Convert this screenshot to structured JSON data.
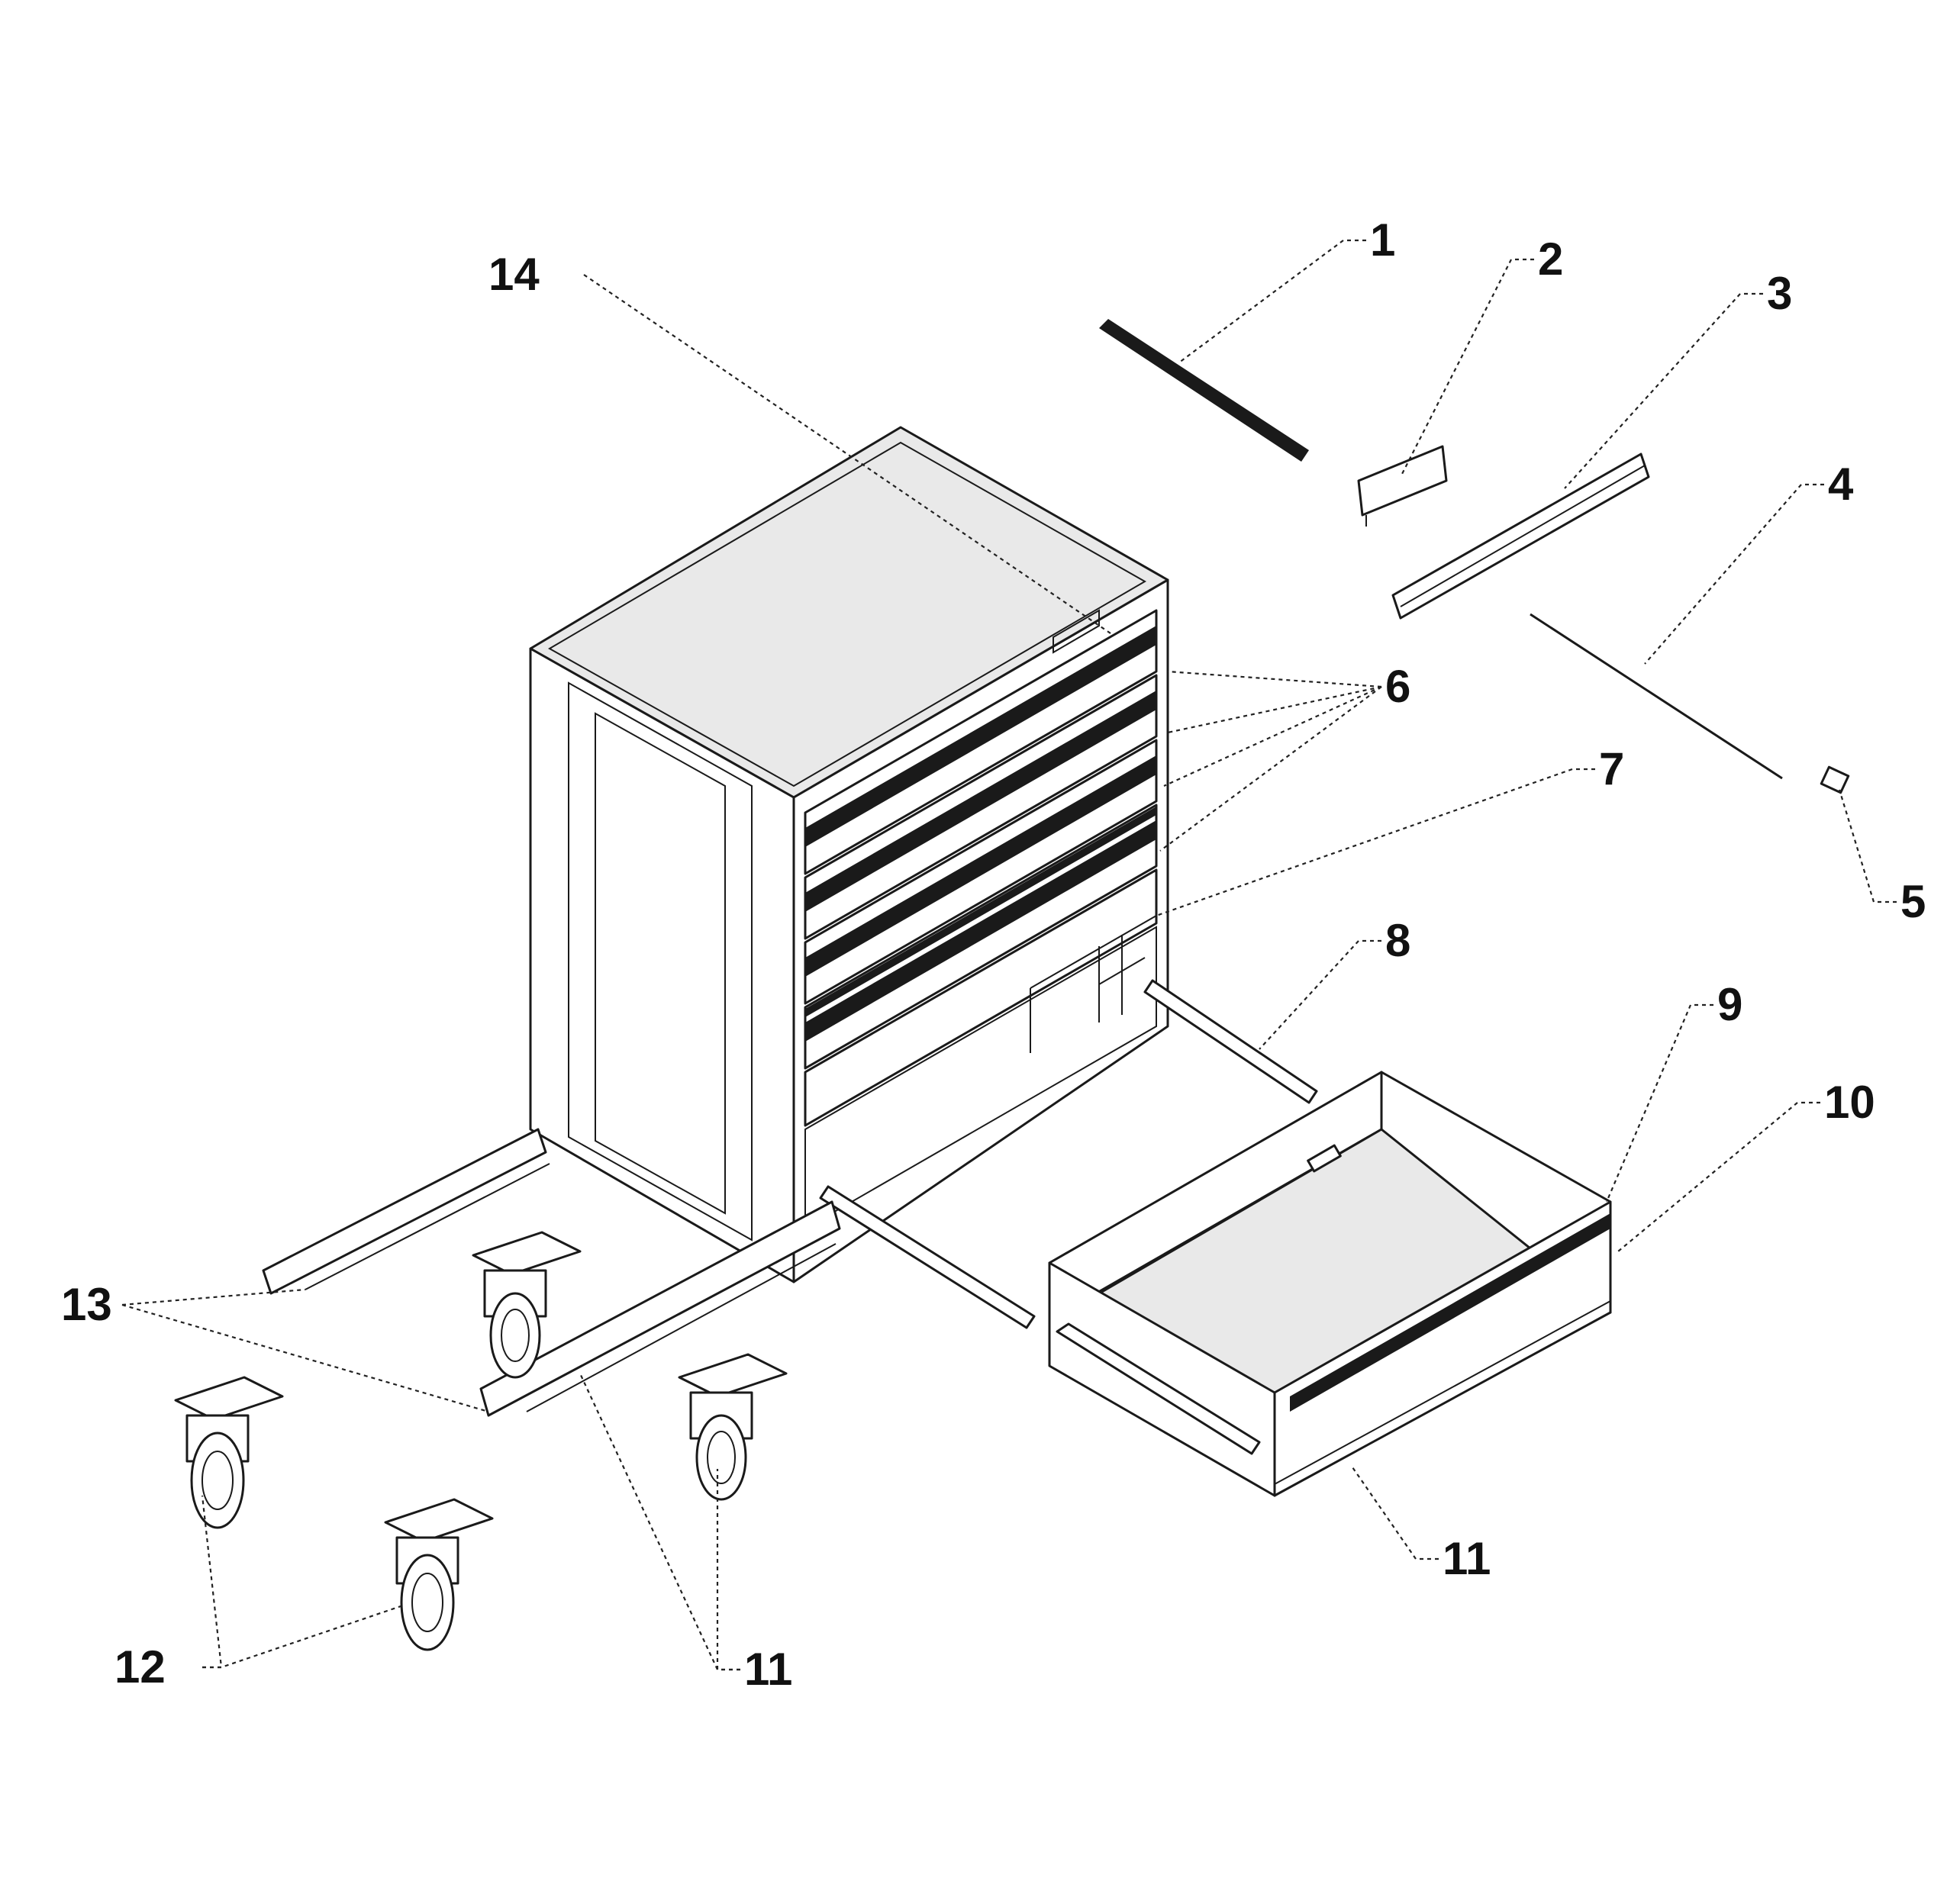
{
  "callouts": {
    "c1": "1",
    "c2": "2",
    "c3": "3",
    "c4": "4",
    "c5": "5",
    "c6": "6",
    "c7": "7",
    "c8": "8",
    "c9": "9",
    "c10": "10",
    "c11_drawer": "11",
    "c11_casters": "11",
    "c12": "12",
    "c13": "13",
    "c14": "14"
  }
}
